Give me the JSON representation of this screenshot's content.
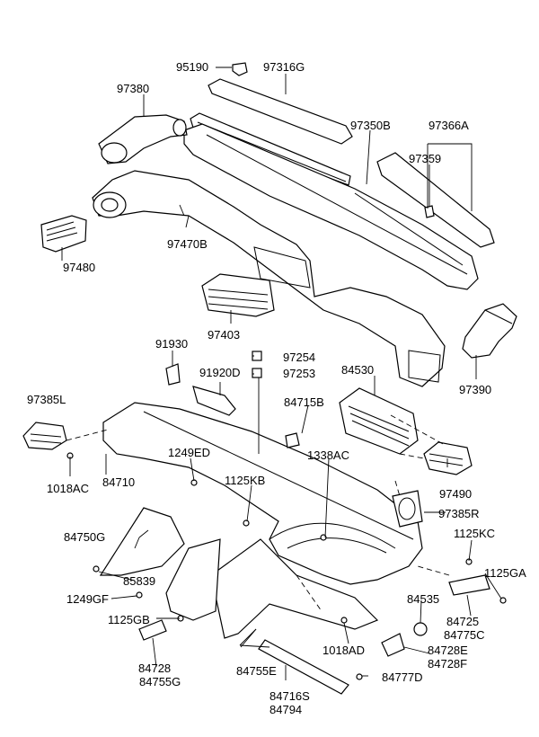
{
  "labels": {
    "p95190": "95190",
    "p97316G": "97316G",
    "p97380": "97380",
    "p97350B": "97350B",
    "p97366A": "97366A",
    "p97359": "97359",
    "p97470B": "97470B",
    "p97480": "97480",
    "p97403": "97403",
    "p91930": "91930",
    "p97254": "97254",
    "p91920D": "91920D",
    "p97253": "97253",
    "p84530": "84530",
    "p97390": "97390",
    "p97385L": "97385L",
    "p84715B": "84715B",
    "p1249ED": "1249ED",
    "p1338AC": "1338AC",
    "p1125KB": "1125KB",
    "p1018AC": "1018AC",
    "p84710": "84710",
    "p97490": "97490",
    "p97385R": "97385R",
    "p1125KC": "1125KC",
    "p84750G": "84750G",
    "p1125GA": "1125GA",
    "p85839": "85839",
    "p84535": "84535",
    "p1249GF": "1249GF",
    "p1125GB": "1125GB",
    "p84725": "84725",
    "p84775C": "84775C",
    "p1018AD": "1018AD",
    "p84728E": "84728E",
    "p84728F": "84728F",
    "p84728": "84728",
    "p84755E": "84755E",
    "p84755G": "84755G",
    "p84777D": "84777D",
    "p84716S": "84716S",
    "p84794": "84794"
  }
}
